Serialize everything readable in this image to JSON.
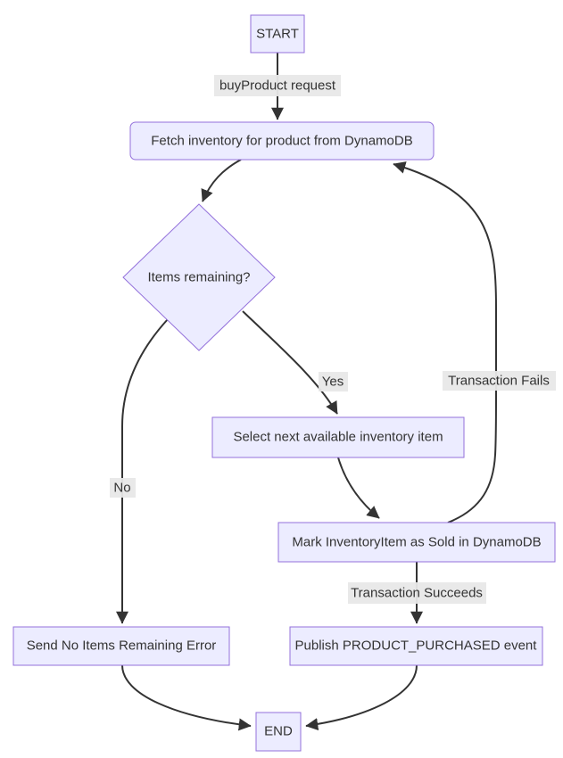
{
  "diagram": {
    "type": "flowchart",
    "direction": "top-down",
    "background_color": "#ffffff",
    "colors": {
      "node_fill": "#ECECFF",
      "node_border": "#9370DB",
      "edge_line": "#333333",
      "edge_label_background": "#e8e8e8",
      "text": "#333333"
    },
    "nodes": {
      "start": {
        "label": "START",
        "shape": "rectangle"
      },
      "fetch": {
        "label": "Fetch inventory for product from DynamoDB",
        "shape": "rounded-rectangle"
      },
      "items_remaining": {
        "label": "Items remaining?",
        "shape": "diamond"
      },
      "select_item": {
        "label": "Select next available inventory item",
        "shape": "rectangle"
      },
      "mark_sold": {
        "label": "Mark InventoryItem as Sold in DynamoDB",
        "shape": "rectangle"
      },
      "no_items_error": {
        "label": "Send No Items Remaining Error",
        "shape": "rectangle"
      },
      "publish_event": {
        "label": "Publish PRODUCT_PURCHASED event",
        "shape": "rectangle"
      },
      "end": {
        "label": "END",
        "shape": "rectangle"
      }
    },
    "edges": [
      {
        "from": "start",
        "to": "fetch",
        "label": "buyProduct request"
      },
      {
        "from": "fetch",
        "to": "items_remaining",
        "label": ""
      },
      {
        "from": "items_remaining",
        "to": "select_item",
        "label": "Yes"
      },
      {
        "from": "items_remaining",
        "to": "no_items_error",
        "label": "No"
      },
      {
        "from": "select_item",
        "to": "mark_sold",
        "label": ""
      },
      {
        "from": "mark_sold",
        "to": "fetch",
        "label": "Transaction Fails"
      },
      {
        "from": "mark_sold",
        "to": "publish_event",
        "label": "Transaction Succeeds"
      },
      {
        "from": "no_items_error",
        "to": "end",
        "label": ""
      },
      {
        "from": "publish_event",
        "to": "end",
        "label": ""
      }
    ]
  }
}
